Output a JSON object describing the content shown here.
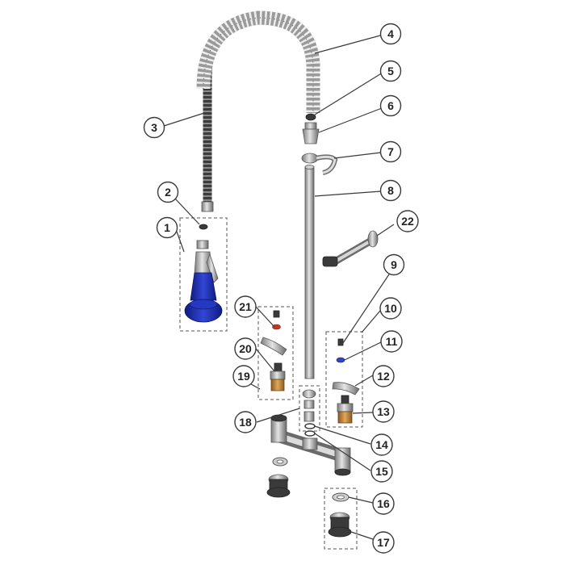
{
  "diagram": {
    "callouts": [
      {
        "id": "c1",
        "label": "1"
      },
      {
        "id": "c2",
        "label": "2"
      },
      {
        "id": "c3",
        "label": "3"
      },
      {
        "id": "c4",
        "label": "4"
      },
      {
        "id": "c5",
        "label": "5"
      },
      {
        "id": "c6",
        "label": "6"
      },
      {
        "id": "c7",
        "label": "7"
      },
      {
        "id": "c8",
        "label": "8"
      },
      {
        "id": "c9",
        "label": "9"
      },
      {
        "id": "c10",
        "label": "10"
      },
      {
        "id": "c11",
        "label": "11"
      },
      {
        "id": "c12",
        "label": "12"
      },
      {
        "id": "c13",
        "label": "13"
      },
      {
        "id": "c14",
        "label": "14"
      },
      {
        "id": "c15",
        "label": "15"
      },
      {
        "id": "c16",
        "label": "16"
      },
      {
        "id": "c17",
        "label": "17"
      },
      {
        "id": "c18",
        "label": "18"
      },
      {
        "id": "c19",
        "label": "19"
      },
      {
        "id": "c20",
        "label": "20"
      },
      {
        "id": "c21",
        "label": "21"
      },
      {
        "id": "c22",
        "label": "22"
      }
    ],
    "colors": {
      "spray_valve_body": "#1e2fb0",
      "hose": "#3c3c3c",
      "metal": "#b8b8b8",
      "brass": "#c98a3a",
      "outline": "#3a3a3a"
    }
  }
}
